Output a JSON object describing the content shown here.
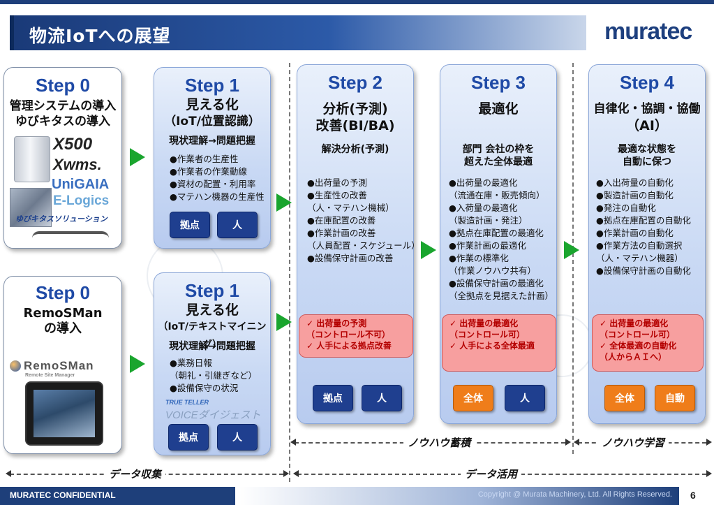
{
  "header": {
    "title": "物流IoTへの展望",
    "logo": "muratec"
  },
  "cards": {
    "s0a": {
      "step": "Step 0",
      "lines": [
        "管理システムの導入",
        "ゆびキタスの導入"
      ],
      "brands": [
        "X500",
        "Xwms.",
        "UniGAIA",
        "E-Logics",
        "ゆびキタスソリューション"
      ]
    },
    "s1a": {
      "step": "Step 1",
      "lines": [
        "見える化",
        "（IoT/位置認識）"
      ],
      "sub": "現状理解→問題把握",
      "items": [
        "●作業者の生産性",
        "●作業者の作業動線",
        "●資材の配置・利用率",
        "●マテハン機器の生産性"
      ],
      "buttons": [
        "拠点",
        "人"
      ]
    },
    "s0b": {
      "step": "Step 0",
      "lines": [
        "RemoSMan",
        "の導入"
      ],
      "brand": "RemoSMan",
      "brand_sub": "Remote Site Manager"
    },
    "s1b": {
      "step": "Step 1",
      "lines": [
        "見える化",
        "（IoT/テキストマイニング）"
      ],
      "sub": "現状理解→問題把握",
      "items": [
        "●業務日報",
        "（朝礼・引継ぎなど）",
        "●設備保守の状況"
      ],
      "brand_small": "TRUE TELLER",
      "brand": "VOICEダイジェスト",
      "buttons": [
        "拠点",
        "人"
      ]
    },
    "s2": {
      "step": "Step 2",
      "lines": [
        "分析(予測)",
        "改善(BI/BA)"
      ],
      "sub": "解決分析(予測)",
      "items": [
        "●出荷量の予測",
        "●生産性の改善",
        "（人・マテハン機械）",
        "●在庫配置の改善",
        "●作業計画の改善",
        "（人員配置・スケジュール）",
        "●設備保守計画の改善"
      ],
      "red": [
        "✓ 出荷量の予測",
        "（コントロール不可）",
        "✓ 人手による拠点改善"
      ],
      "buttons": [
        "拠点",
        "人"
      ]
    },
    "s3": {
      "step": "Step 3",
      "lines": [
        "最適化"
      ],
      "sub_lines": [
        "部門 会社の枠を",
        "超えた全体最適"
      ],
      "items": [
        "●出荷量の最適化",
        "（流通在庫・販売傾向）",
        "●入荷量の最適化",
        "（製造計画・発注）",
        "●拠点在庫配置の最適化",
        "●作業計画の最適化",
        "●作業の標準化",
        "（作業ノウハウ共有）",
        "●設備保守計画の最適化",
        "（全拠点を見据えた計画）"
      ],
      "red": [
        "✓ 出荷量の最適化",
        "（コントロール可）",
        "✓ 人手による全体最適"
      ],
      "buttons": [
        "全体",
        "人"
      ]
    },
    "s4": {
      "step": "Step 4",
      "lines": [
        "自律化・協調・協働",
        "（AI）"
      ],
      "sub_lines": [
        "最適な状態を",
        "自動に保つ"
      ],
      "items": [
        "●入出荷量の自動化",
        "●製造計画の自動化",
        "●発注の自動化",
        "●拠点在庫配置の自動化",
        "●作業計画の自動化",
        "●作業方法の自動選択",
        "（人・マテハン機器）",
        "●設備保守計画の自動化"
      ],
      "red": [
        "✓ 出荷量の最適化",
        "（コントロール可）",
        "✓ 全体最適の自動化",
        "（人からＡＩへ）"
      ],
      "buttons": [
        "全体",
        "自動"
      ]
    }
  },
  "bands": {
    "nouhau_chikuseki": "ノウハウ蓄積",
    "nouhau_gakushu": "ノウハウ学習",
    "data_collect": "データ収集",
    "data_use": "データ活用"
  },
  "footer": {
    "confidential": "MURATEC CONFIDENTIAL",
    "copyright": "Copyright @ Murata Machinery, Ltd. All Rights Reserved.",
    "page": "6"
  },
  "colors": {
    "step_blue": "#1f4aa6",
    "button_blue": "#1f3f8f",
    "button_orange": "#ef7d1a",
    "arrow_green": "#1aa52e",
    "alert_red": "#f79f9f",
    "navy": "#1e3f7a"
  }
}
